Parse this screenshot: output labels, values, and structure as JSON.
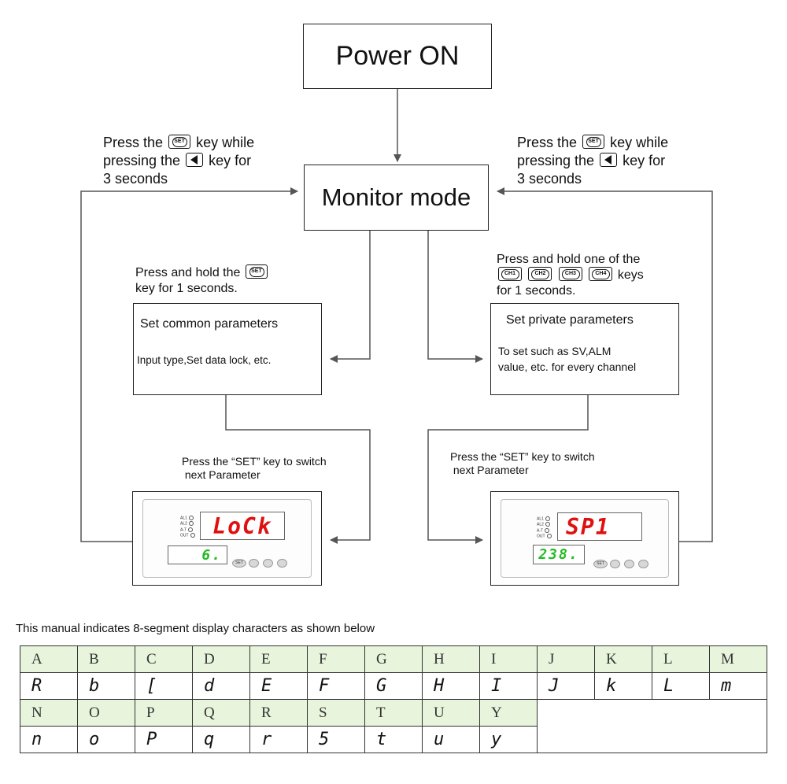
{
  "nodes": {
    "power_on": "Power ON",
    "monitor_mode": "Monitor mode",
    "common_title": "Set common parameters",
    "common_desc": "Input type,Set data lock, etc.",
    "private_title": "Set private parameters",
    "private_desc_1": "To set  such as SV,ALM",
    "private_desc_2": "value, etc. for every channel"
  },
  "labels": {
    "left_top": {
      "l1a": "Press the",
      "l1b": "key while",
      "l2a": "pressing the",
      "l2b": "key for",
      "l3": "3 seconds"
    },
    "right_top": {
      "l1a": "Press the",
      "l1b": "key while",
      "l2a": "pressing the",
      "l2b": "key for",
      "l3": "3 seconds"
    },
    "hold_set": {
      "l1": "Press and hold the",
      "l2": "key for 1 seconds."
    },
    "hold_ch": {
      "l1": "Press and hold one of the",
      "l2b": "keys",
      "l3": "for 1 seconds."
    },
    "switch_left": {
      "l1": "Press the “SET” key to switch",
      "l2": " next Parameter"
    },
    "switch_right": {
      "l1": "Press the “SET” key to switch",
      "l2": " next Parameter"
    },
    "manual_note": "This manual indicates 8-segment display characters as shown below"
  },
  "keys": {
    "set": "SET",
    "ch1": "CH1",
    "ch2": "CH2",
    "ch3": "CH3",
    "ch4": "CH4"
  },
  "devices": {
    "left": {
      "top_display": "LoCk",
      "bottom_display": "6.",
      "top_color": "#e01010",
      "bottom_color": "#22bb22"
    },
    "right": {
      "top_display": "SP1",
      "bottom_display": "238.",
      "top_color": "#e01010",
      "bottom_color": "#22bb22"
    },
    "led_labels": [
      "AL1",
      "AL2",
      "A-T",
      "OUT"
    ],
    "button_set": "SET"
  },
  "segment_table": {
    "header_color": "#e8f5dc",
    "row1_letters": [
      "A",
      "B",
      "C",
      "D",
      "E",
      "F",
      "G",
      "H",
      "I",
      "J",
      "K",
      "L",
      "M"
    ],
    "row1_segments": [
      "R",
      "b",
      "[",
      "d",
      "E",
      "F",
      "G",
      "H",
      "I",
      "J",
      "k",
      "L",
      "m"
    ],
    "row2_letters": [
      "N",
      "O",
      "P",
      "Q",
      "R",
      "S",
      "T",
      "U",
      "Y"
    ],
    "row2_segments": [
      "n",
      "o",
      "P",
      "q",
      "r",
      "5",
      "t",
      "u",
      "y"
    ]
  }
}
